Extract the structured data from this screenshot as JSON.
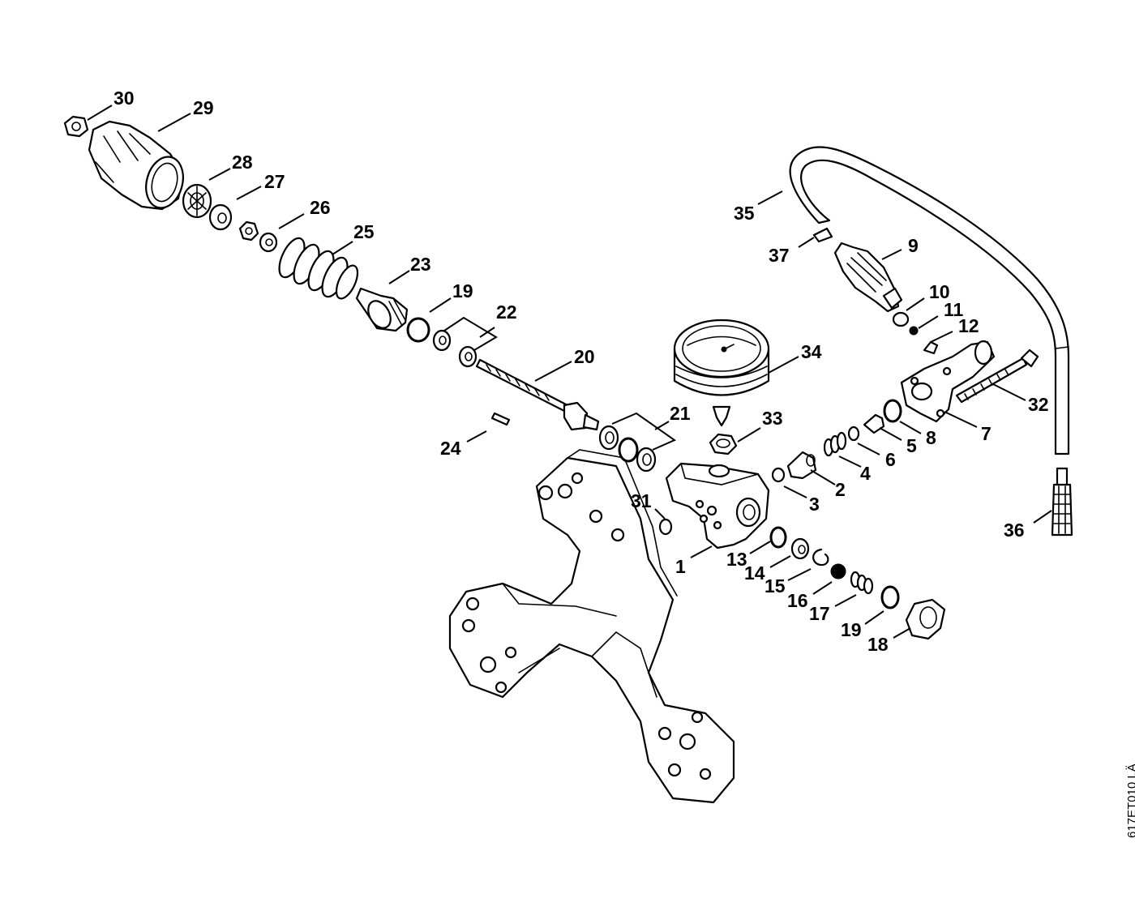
{
  "drawing_code": "617ET010 LÄ",
  "callouts": {
    "c1": "1",
    "c2": "2",
    "c3": "3",
    "c4": "4",
    "c5": "5",
    "c6": "6",
    "c7": "7",
    "c8": "8",
    "c9": "9",
    "c10": "10",
    "c11": "11",
    "c12": "12",
    "c13": "13",
    "c14": "14",
    "c15": "15",
    "c16": "16",
    "c17": "17",
    "c18": "18",
    "c19a": "19",
    "c19b": "19",
    "c20": "20",
    "c21": "21",
    "c22": "22",
    "c23": "23",
    "c24": "24",
    "c25": "25",
    "c26": "26",
    "c27": "27",
    "c28": "28",
    "c29": "29",
    "c30": "30",
    "c31": "31",
    "c32": "32",
    "c33": "33",
    "c34": "34",
    "c35": "35",
    "c36": "36",
    "c37": "37"
  },
  "colors": {
    "line": "#000000",
    "background": "#ffffff"
  }
}
